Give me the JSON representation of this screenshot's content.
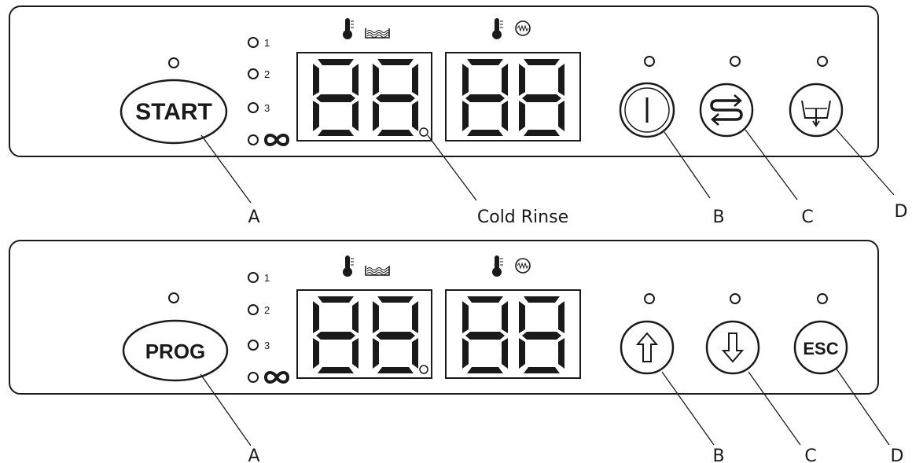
{
  "panels": [
    {
      "id": "top",
      "main_button": "START",
      "program_levels": [
        "1",
        "2",
        "3"
      ],
      "display_left_icons": [
        "thermometer-icon",
        "water-tank-icon"
      ],
      "display_right_icons": [
        "thermometer-icon",
        "heater-icon"
      ],
      "display_left_digits": "88",
      "display_right_digits": "88",
      "buttons": [
        {
          "key": "B",
          "icon": "power-icon"
        },
        {
          "key": "C",
          "icon": "cycle-icon"
        },
        {
          "key": "D",
          "icon": "drain-icon"
        }
      ],
      "callouts": {
        "A": "A",
        "B": "B",
        "C": "C",
        "D": "D",
        "dot": "Cold Rinse"
      }
    },
    {
      "id": "bottom",
      "main_button": "PROG",
      "program_levels": [
        "1",
        "2",
        "3"
      ],
      "display_left_icons": [
        "thermometer-icon",
        "water-tank-icon"
      ],
      "display_right_icons": [
        "thermometer-icon",
        "heater-icon"
      ],
      "display_left_digits": "88",
      "display_right_digits": "88",
      "buttons": [
        {
          "key": "B",
          "icon": "up-arrow-icon"
        },
        {
          "key": "C",
          "icon": "down-arrow-icon"
        },
        {
          "key": "D",
          "label": "ESC"
        }
      ],
      "callouts": {
        "A": "A",
        "B": "B",
        "C": "C",
        "D": "D"
      }
    }
  ]
}
